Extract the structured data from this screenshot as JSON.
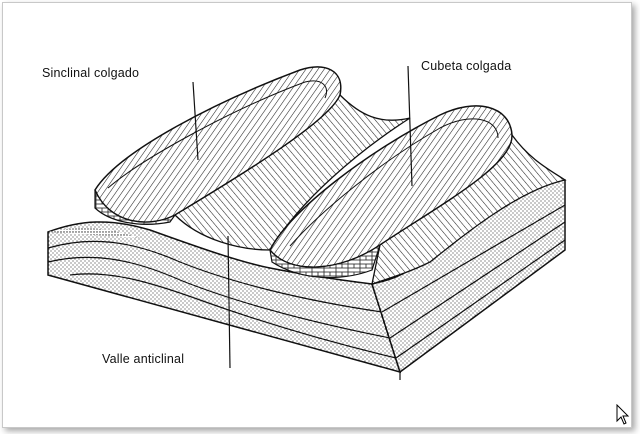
{
  "labels": {
    "hanging_syncline": "Sinclinal colgado",
    "hanging_basin": "Cubeta colgada",
    "anticlinal_valley": "Valle anticlinal"
  }
}
